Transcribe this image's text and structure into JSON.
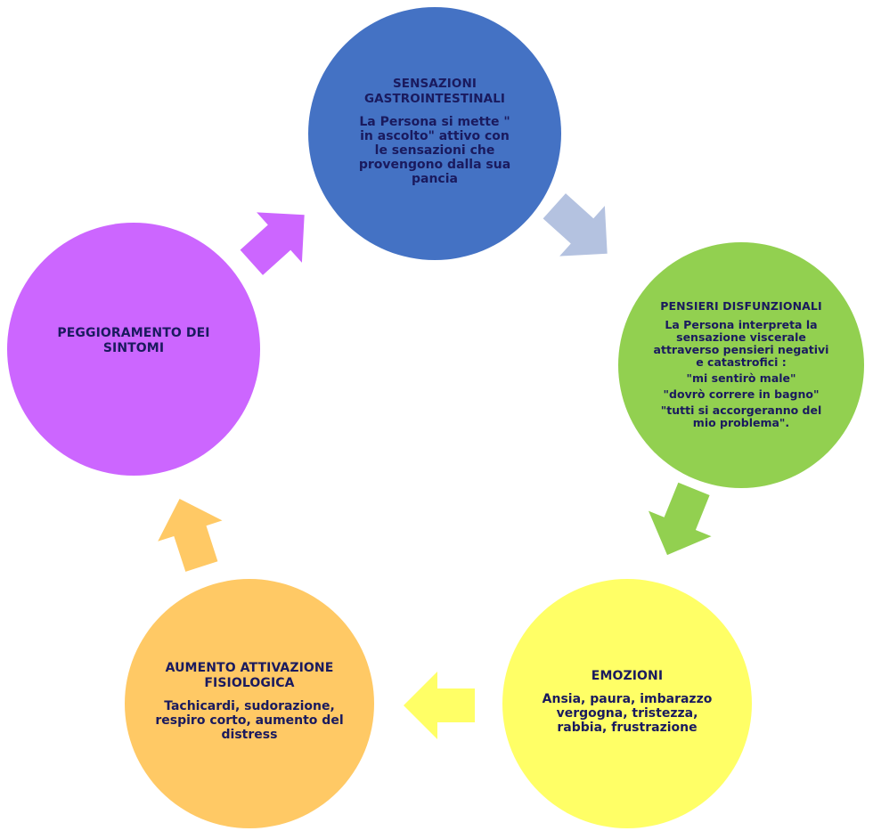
{
  "nodes": [
    {
      "id": "n1",
      "color": "#4472c4",
      "title": "SENSAZIONI GASTROINTESTINALI",
      "lines": [
        "La Persona si mette \" in ascolto\" attivo con le sensazioni che provengono dalla sua pancia"
      ]
    },
    {
      "id": "n2",
      "color": "#92d050",
      "title": "PENSIERI DISFUNZIONALI",
      "lines": [
        "La Persona interpreta la sensazione viscerale attraverso pensieri negativi e catastrofici :",
        "\"mi sentirò male\"",
        "\"dovrò correre in bagno\"",
        "\"tutti si accorgeranno del mio problema\"."
      ]
    },
    {
      "id": "n3",
      "color": "#ffff66",
      "title": "EMOZIONI",
      "lines": [
        "Ansia, paura, imbarazzo vergogna, tristezza, rabbia, frustrazione"
      ]
    },
    {
      "id": "n4",
      "color": "#ffc965",
      "title": "AUMENTO ATTIVAZIONE FISIOLOGICA",
      "lines": [
        "Tachicardi, sudorazione, respiro corto, aumento del distress"
      ]
    },
    {
      "id": "n5",
      "color": "#cc66ff",
      "title": "PEGGIORAMENTO DEI SINTOMI",
      "lines": []
    }
  ],
  "arrows": [
    {
      "from": "n1",
      "to": "n2",
      "color": "#b4c2e0"
    },
    {
      "from": "n2",
      "to": "n3",
      "color": "#92d050"
    },
    {
      "from": "n3",
      "to": "n4",
      "color": "#ffff66"
    },
    {
      "from": "n4",
      "to": "n5",
      "color": "#ffc965"
    },
    {
      "from": "n5",
      "to": "n1",
      "color": "#cc66ff"
    }
  ]
}
